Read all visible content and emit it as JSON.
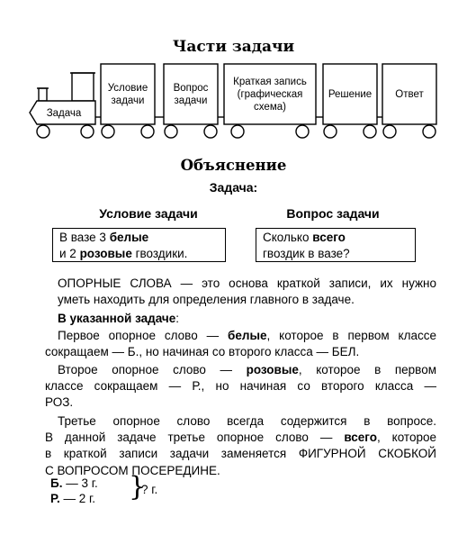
{
  "parts_title": "Части задачи",
  "train": {
    "loco_label": "Задача",
    "cars": [
      {
        "label": "Условие задачи"
      },
      {
        "label": "Вопрос задачи"
      },
      {
        "label": "Краткая запись (графическая схема)"
      },
      {
        "label": "Решение"
      },
      {
        "label": "Ответ"
      }
    ]
  },
  "explanation_title": "Объяснение",
  "task_heading": "Задача:",
  "condition": {
    "heading": "Условие задачи",
    "line1_pre": "В вазе 3 ",
    "line1_bold": "белые",
    "line2_pre": "и 2 ",
    "line2_bold": "розовые",
    "line2_post": " гвоздики."
  },
  "question": {
    "heading": "Вопрос задачи",
    "line1_pre": "Сколько ",
    "line1_bold": "всего",
    "line2": "гвоздик в вазе?"
  },
  "text": {
    "p1_line1": "ОПОРНЫЕ СЛОВА — это основа краткой записи, их нужно",
    "p1_line2": "уметь находить для определения главного в задаче.",
    "p2_bold": "В указанной задаче",
    "p2_colon": ":",
    "p3_a": "Первое опорное слово — ",
    "p3_bold": "белые",
    "p3_b": ", которое в первом классе",
    "p3_line2": "сокращаем — Б., но начиная со второго класса — БЕЛ.",
    "p4_a": "Второе опорное слово — ",
    "p4_bold": "розовые",
    "p4_b": ", которое в первом",
    "p4_line2": "классе сокращаем — Р., но начиная со второго класса —",
    "p4_line3": "РОЗ.",
    "p5_line1": "Третье опорное слово всегда содержится в вопросе.",
    "p5_line2_a": "В данной задаче третье опорное слово — ",
    "p5_line2_bold": "всего",
    "p5_line2_b": ", которое",
    "p5_line3": "в краткой записи задачи заменяется ФИГУРНОЙ СКОБКОЙ",
    "p5_line4": "С ВОПРОСОМ ПОСЕРЕДИНЕ."
  },
  "short_record": {
    "row1_label": "Б.",
    "row1_value": " — 3 г.",
    "row2_label": "Р.",
    "row2_value": " — 2 г.",
    "question": "? г."
  }
}
